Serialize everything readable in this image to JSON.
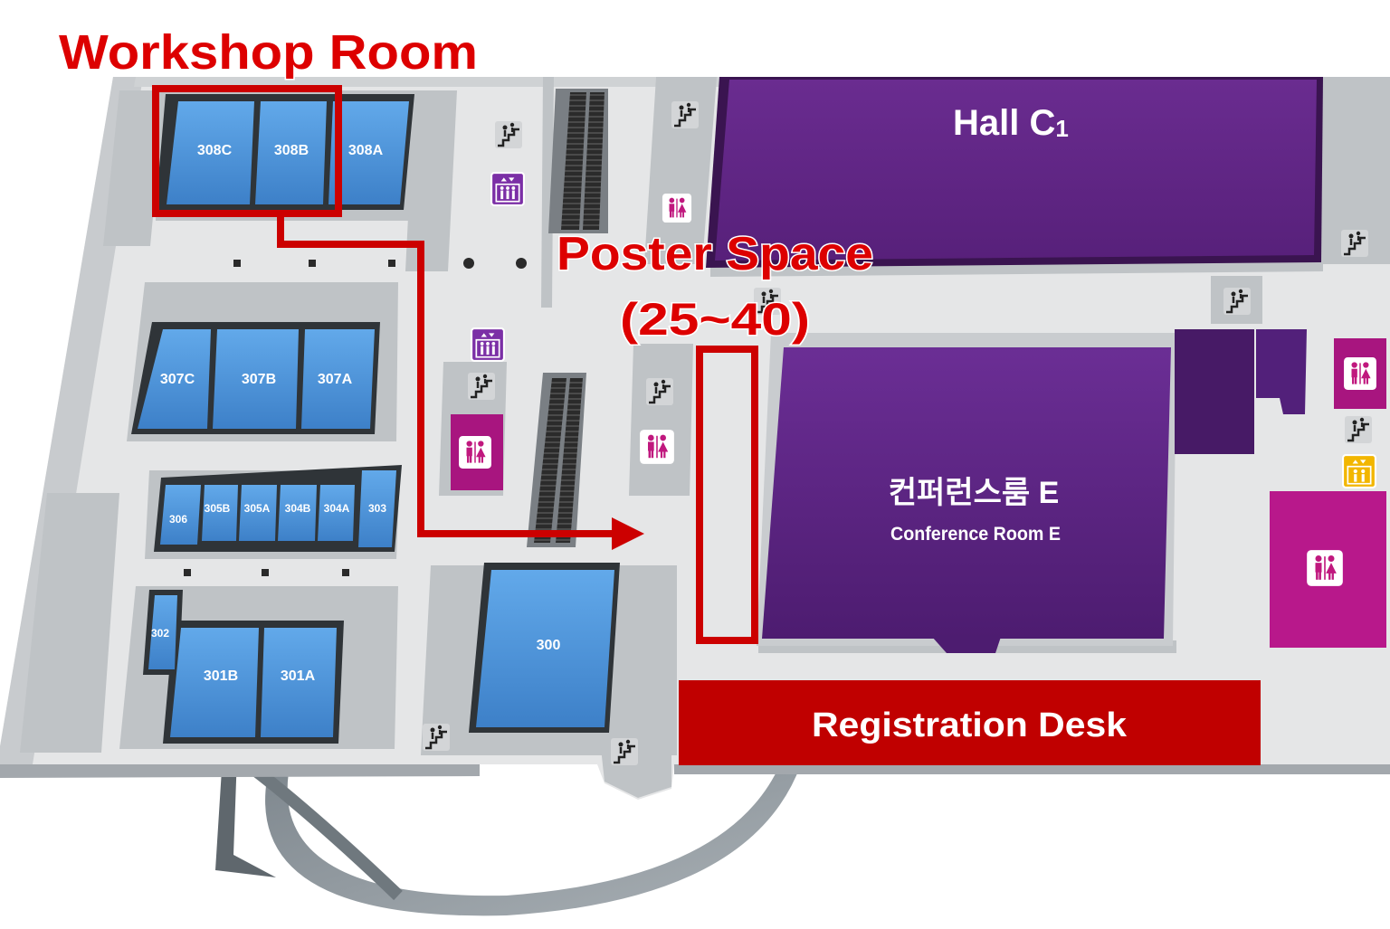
{
  "labels": {
    "workshop_room": "Workshop Room",
    "poster_space": "Poster Space",
    "poster_range": "(25~40)",
    "registration_desk": "Registration Desk"
  },
  "halls": {
    "hall_c1": {
      "name": "Hall C",
      "subscript": "1"
    },
    "conference_e": {
      "korean": "컨퍼런스룸 E",
      "english": "Conference Room E"
    }
  },
  "rooms": {
    "r308c": "308C",
    "r308b": "308B",
    "r308a": "308A",
    "r307c": "307C",
    "r307b": "307B",
    "r307a": "307A",
    "r306": "306",
    "r305b": "305B",
    "r305a": "305A",
    "r304b": "304B",
    "r304a": "304A",
    "r303": "303",
    "r302": "302",
    "r301b": "301B",
    "r301a": "301A",
    "r300": "300"
  },
  "icons": {
    "stairs": "stairs-icon",
    "elevator": "elevator-icon",
    "restroom": "restroom-icon",
    "escalator": "escalator-icon"
  },
  "colors": {
    "highlight": "#cc0000",
    "hall_purple": "#5e2380",
    "room_blue": "#4a8fd6",
    "restroom_magenta": "#a8157f",
    "elevator_purple": "#7b2fa6",
    "elevator_yellow": "#f2b600"
  }
}
